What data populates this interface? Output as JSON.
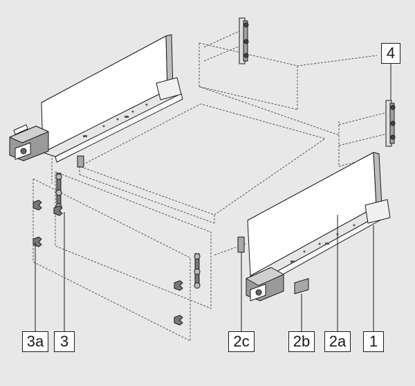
{
  "labels": {
    "l4": "4",
    "l3a": "3a",
    "l3": "3",
    "l2c": "2c",
    "l2b": "2b",
    "l2a": "2a",
    "l1": "1"
  },
  "colors": {
    "background": "#e8e8e8",
    "line": "#1a1a1a",
    "dash": "#555555",
    "part_white": "#ffffff",
    "part_light": "#f4f4f4",
    "part_mid": "#d6d6d6",
    "part_dark": "#8a8a8a",
    "clip_grey": "#a8a8a8"
  }
}
